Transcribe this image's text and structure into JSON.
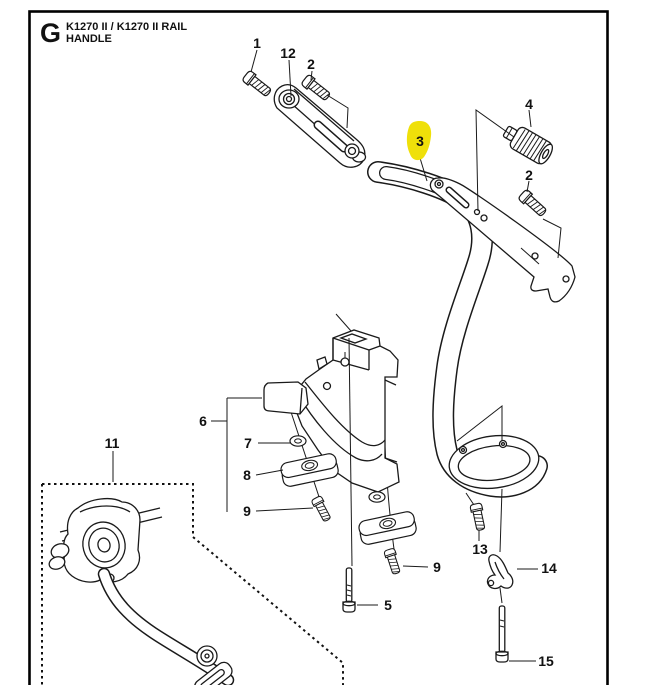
{
  "header": {
    "section_letter": "G",
    "title_line1": "K1270 II / K1270 II RAIL",
    "title_line2": "HANDLE"
  },
  "diagram": {
    "type": "exploded-parts-diagram",
    "line_color": "#1a1a1a",
    "border_color": "#000000",
    "highlight_color": "#EFE00A",
    "highlighted_callout": "3",
    "callouts": {
      "n1": "1",
      "n12": "12",
      "n2_top": "2",
      "n4": "4",
      "n3": "3",
      "n2_right": "2",
      "n6": "6",
      "n7": "7",
      "n8": "8",
      "n9_left": "9",
      "n11": "11",
      "n9_right": "9",
      "n5": "5",
      "n13": "13",
      "n14": "14",
      "n15": "15"
    }
  }
}
